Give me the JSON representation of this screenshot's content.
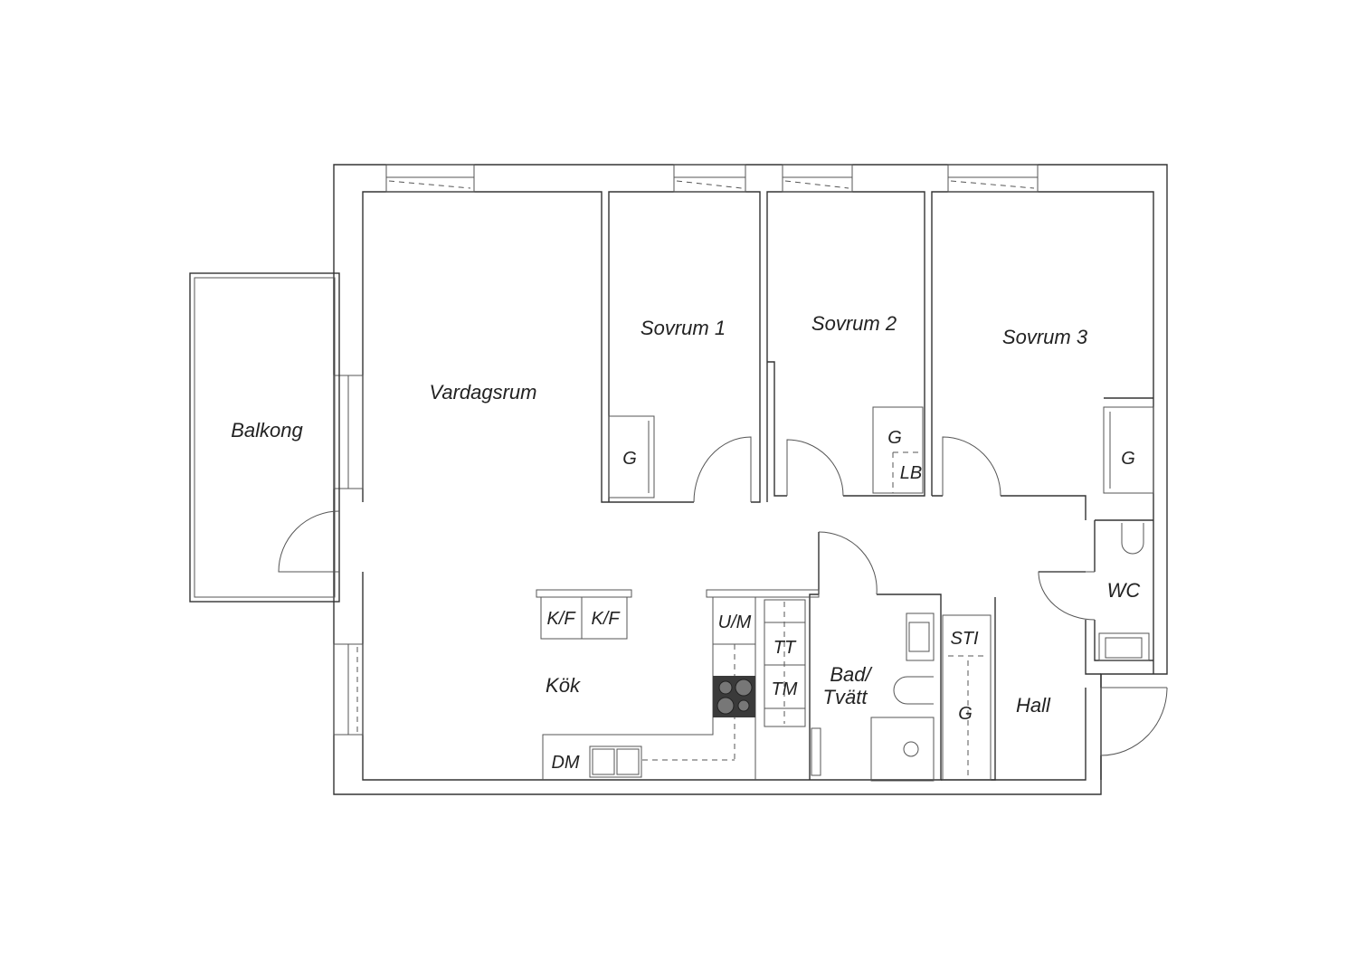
{
  "rooms": {
    "balkong": "Balkong",
    "vardagsrum": "Vardagsrum",
    "sovrum1": "Sovrum 1",
    "sovrum2": "Sovrum 2",
    "sovrum3": "Sovrum 3",
    "kok": "Kök",
    "bad_line1": "Bad/",
    "bad_line2": "Tvätt",
    "hall": "Hall",
    "wc": "WC"
  },
  "fixtures": {
    "kf1": "K/F",
    "kf2": "K/F",
    "um": "U/M",
    "tt": "TT",
    "tm": "TM",
    "dm": "DM",
    "sti": "STI",
    "g_sovrum1": "G",
    "g_sovrum2": "G",
    "lb_sovrum2": "LB",
    "g_sovrum3": "G",
    "g_hall": "G"
  },
  "colors": {
    "line": "#333333",
    "stove": "#3a3a3a"
  }
}
